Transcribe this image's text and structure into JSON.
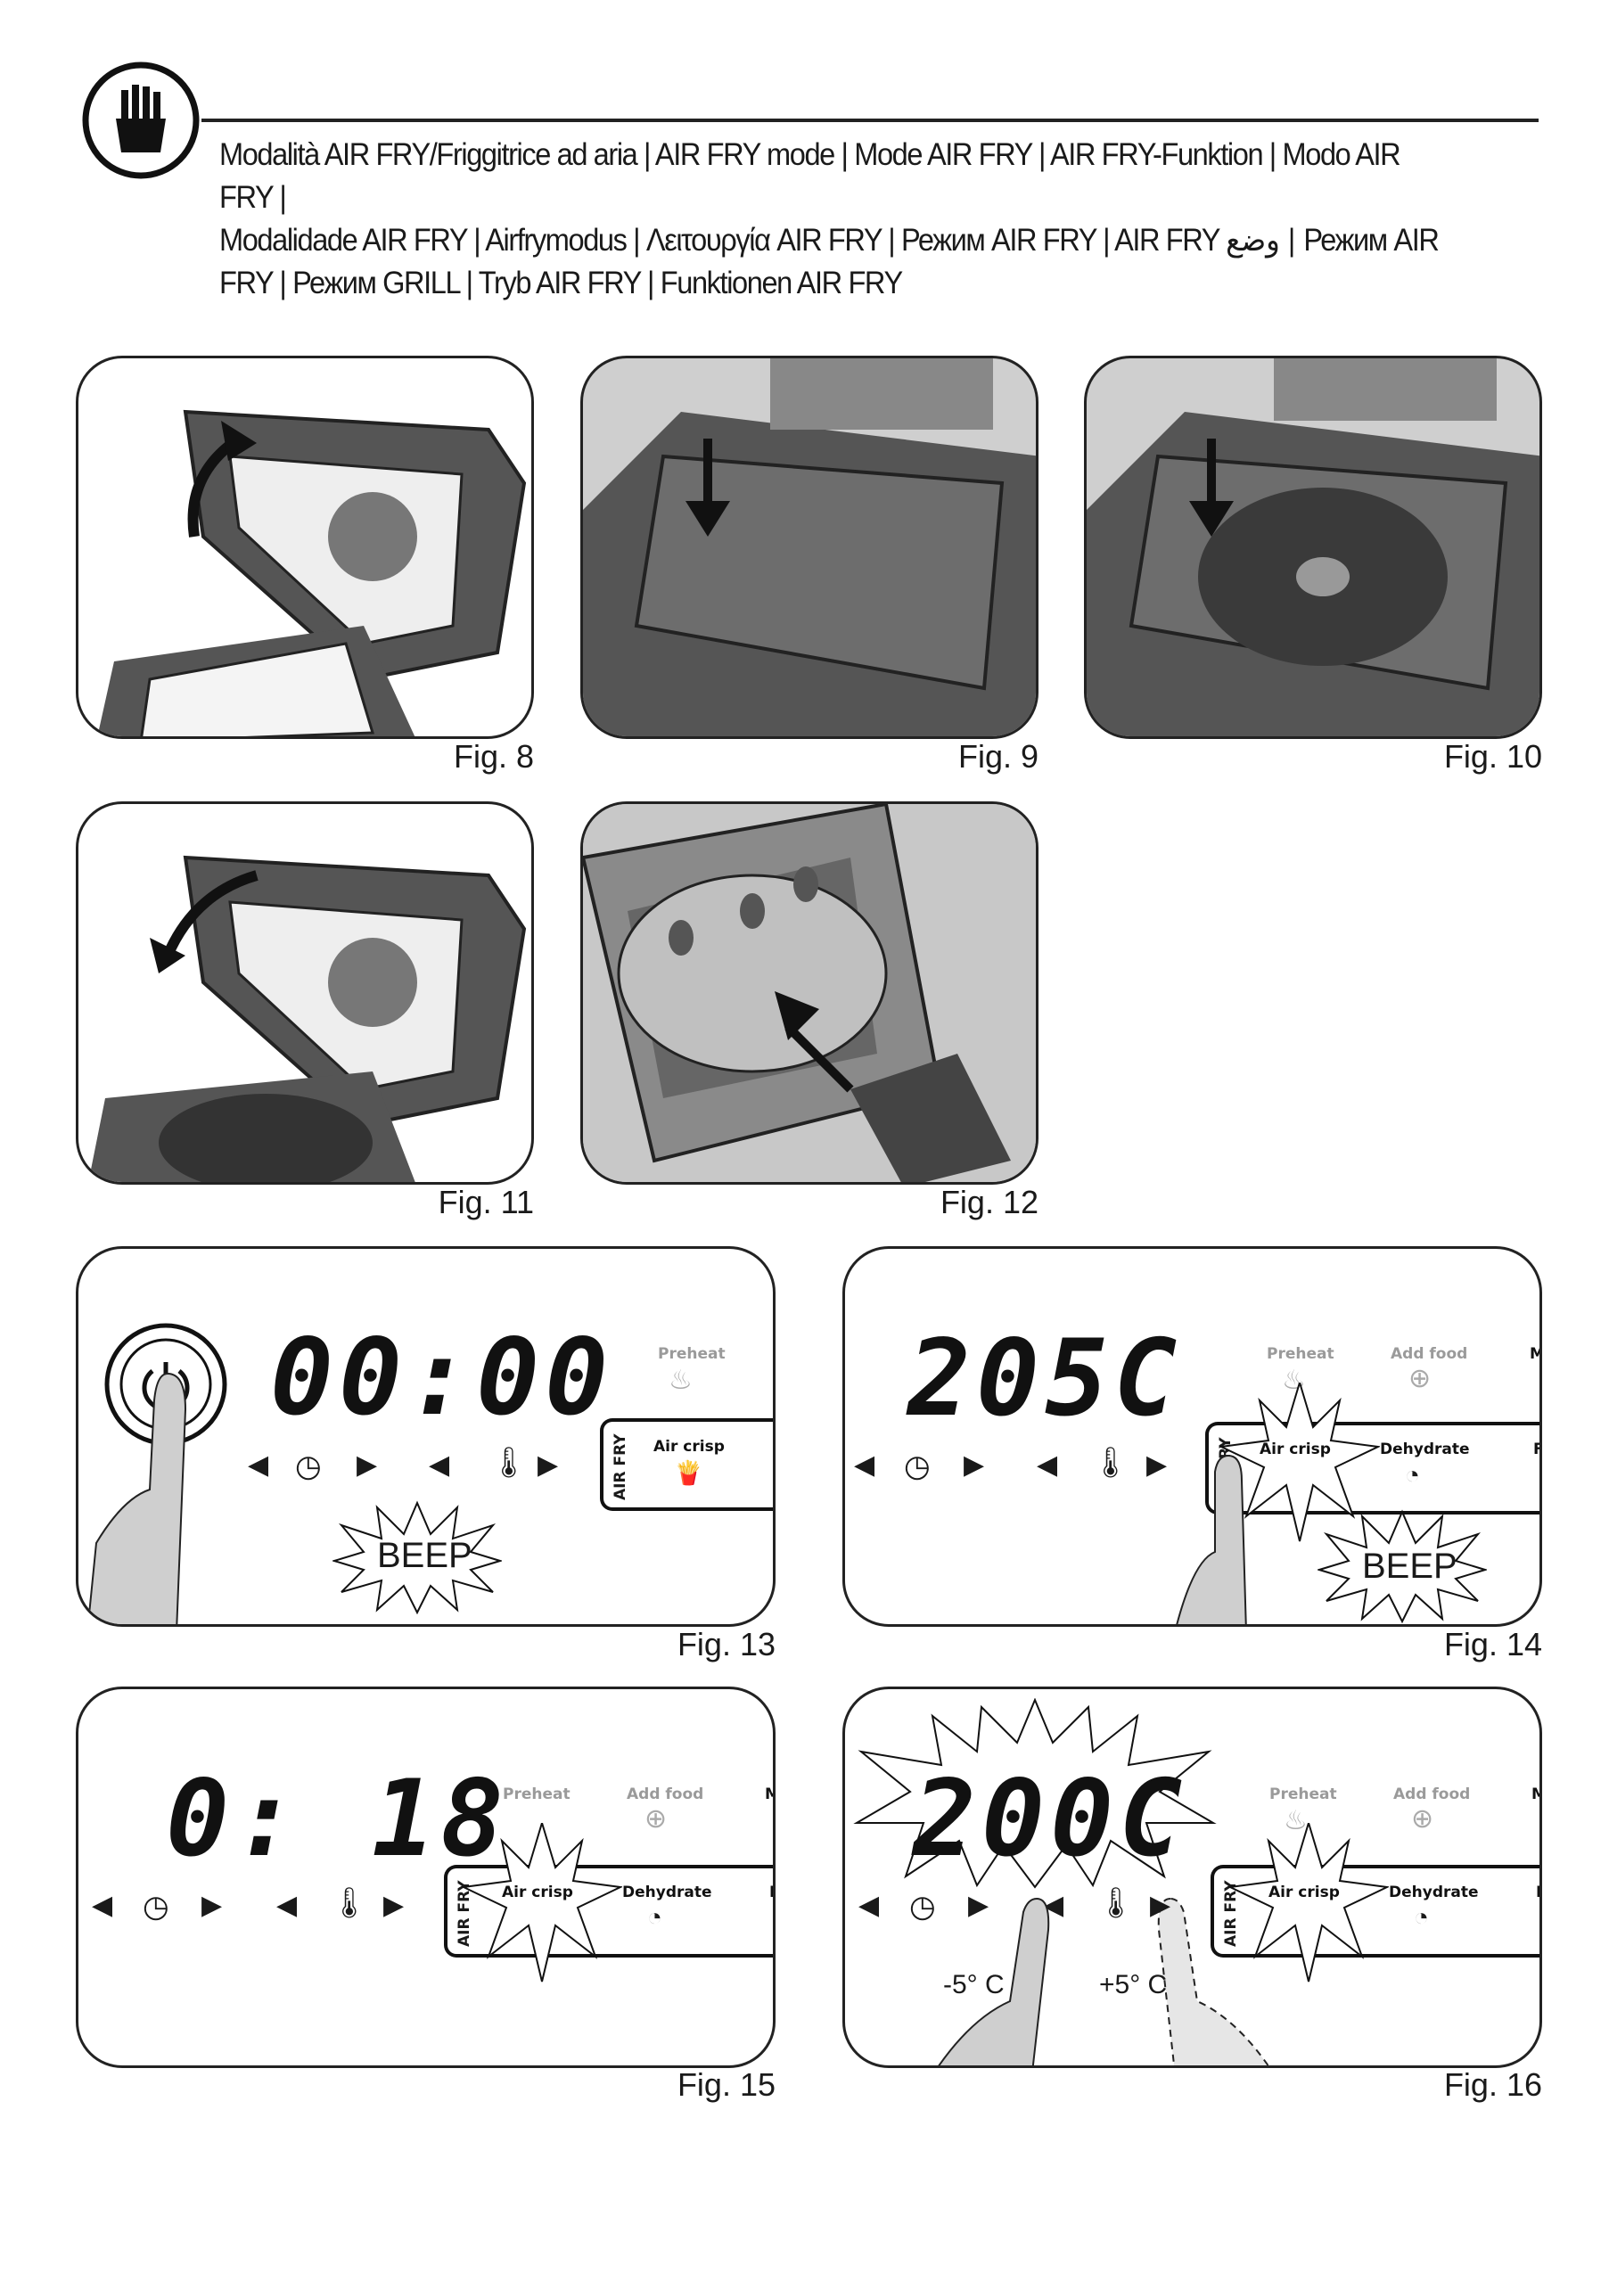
{
  "header": {
    "icon": "french-fries-icon",
    "title_lines": [
      "Modalità AIR FRY/Friggitrice ad aria | AIR FRY mode | Mode AIR FRY | AIR FRY-Funktion | Modo AIR FRY |",
      "Modalidade AIR FRY | Airfrymodus | Λειτουργία AIR FRY | Режим AIR FRY | AIR FRY وضع | Режим AIR",
      "FRY | Режим GRILL | Tryb AIR FRY | Funktionen AIR FRY"
    ]
  },
  "figures": {
    "fig8": "Fig. 8",
    "fig9": "Fig. 9",
    "fig10": "Fig. 10",
    "fig11": "Fig. 11",
    "fig12": "Fig. 12",
    "fig13": "Fig. 13",
    "fig14": "Fig. 14",
    "fig15": "Fig. 15",
    "fig16": "Fig. 16"
  },
  "panels": {
    "fig13": {
      "display": "00:00",
      "preheat": "Preheat",
      "mode_group": "AIR FRY",
      "air_crisp": "Air crisp",
      "beep": "BEEP"
    },
    "fig14": {
      "display": "205C",
      "preheat": "Preheat",
      "add_food": "Add food",
      "cut_m": "M",
      "mode_group": "AIR FRY",
      "air_crisp": "Air crisp",
      "dehydrate": "Dehydrate",
      "cut_f": "F",
      "beep": "BEEP"
    },
    "fig15": {
      "display": "0: 18",
      "preheat": "Preheat",
      "add_food": "Add food",
      "cut_m": "M",
      "mode_group": "AIR FRY",
      "air_crisp": "Air crisp",
      "dehydrate": "Dehydrate",
      "cut_f": "F"
    },
    "fig16": {
      "display": "200C",
      "preheat": "Preheat",
      "add_food": "Add food",
      "cut_m": "M",
      "mode_group": "AIR FRY",
      "air_crisp": "Air crisp",
      "dehydrate": "Dehydrate",
      "cut_f": "F",
      "minus": "-5° C",
      "plus": "+5° C"
    }
  }
}
